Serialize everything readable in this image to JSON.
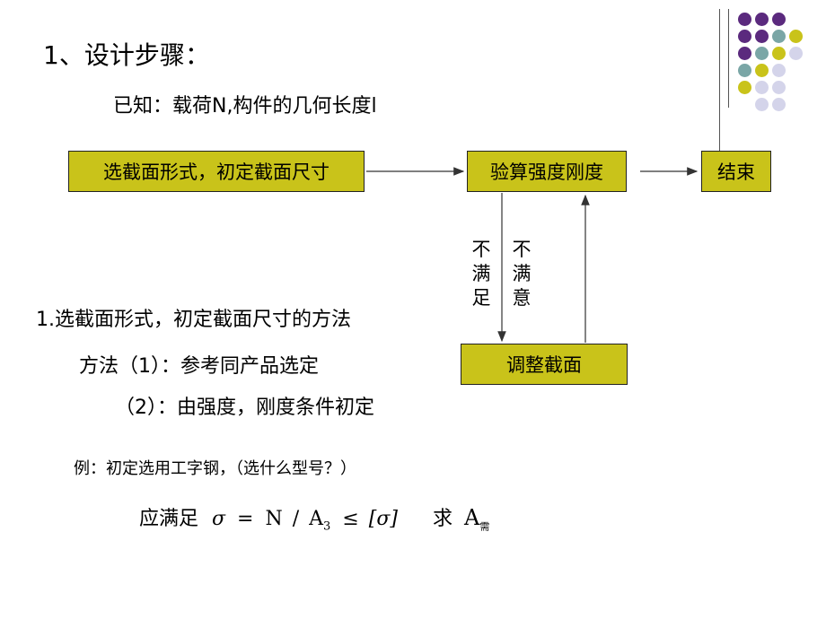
{
  "colors": {
    "box_fill": "#c9c31a",
    "dot_purple": "#5b2a7e",
    "dot_teal": "#7aa6a6",
    "dot_yellow": "#c9c31a",
    "dot_lavender": "#d4d4ea"
  },
  "heading": "1、设计步骤：",
  "known": "已知：载荷N,构件的几何长度l",
  "flow": {
    "box_select": "选截面形式，初定截面尺寸",
    "box_check": "验算强度刚度",
    "box_end": "结束",
    "box_adjust": "调整截面",
    "label_left": [
      "不",
      "满",
      "足"
    ],
    "label_right": [
      "不",
      "满",
      "意"
    ]
  },
  "methods": {
    "title": "1.选截面形式，初定截面尺寸的方法",
    "m1": "方法（1）：参考同产品选定",
    "m2": "（2）：由强度，刚度条件初定"
  },
  "example": "例：初定选用工字钢，（选什么型号？）",
  "formula": {
    "prefix": "应满足",
    "sigma": "σ",
    "eq": "=",
    "n": "N",
    "slash": "/",
    "a": "A",
    "sub3": "3",
    "leq": "≤",
    "bracket": "[σ]",
    "seek": "求",
    "a_need": "A",
    "need_sub": "需"
  },
  "decor_icon": "dot-grid-decoration"
}
